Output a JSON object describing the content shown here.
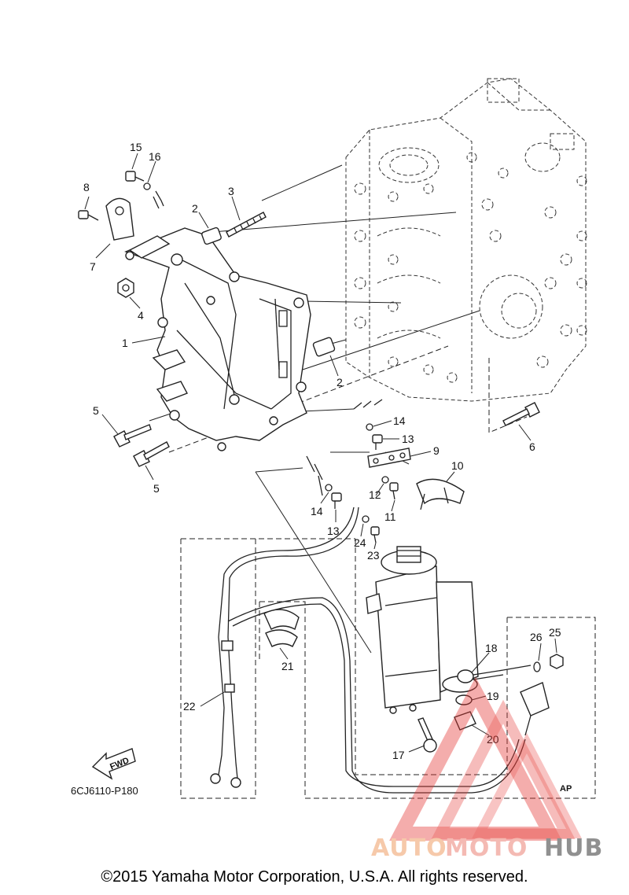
{
  "diagram": {
    "ref_code": "6CJ6110-P180",
    "fwd_label": "FWD",
    "ap_label": "AP",
    "copyright": "©2015 Yamaha Motor Corporation, U.S.A. All rights reserved.",
    "watermark": "AUTOMOTOHUB",
    "colors": {
      "line": "#222222",
      "watermark_red": "#e53935",
      "watermark_orange": "#f28c38",
      "watermark_gray": "#6c6c6c"
    },
    "part_labels": {
      "p1": "1",
      "p2a": "2",
      "p2b": "2",
      "p3": "3",
      "p4": "4",
      "p5a": "5",
      "p5b": "5",
      "p6": "6",
      "p7": "7",
      "p8": "8",
      "p9": "9",
      "p10": "10",
      "p11": "11",
      "p12": "12",
      "p13a": "13",
      "p13b": "13",
      "p14a": "14",
      "p14b": "14",
      "p15": "15",
      "p16": "16",
      "p17": "17",
      "p18": "18",
      "p19": "19",
      "p20": "20",
      "p21": "21",
      "p22": "22",
      "p23": "23",
      "p24": "24",
      "p25": "25",
      "p26": "26"
    }
  }
}
